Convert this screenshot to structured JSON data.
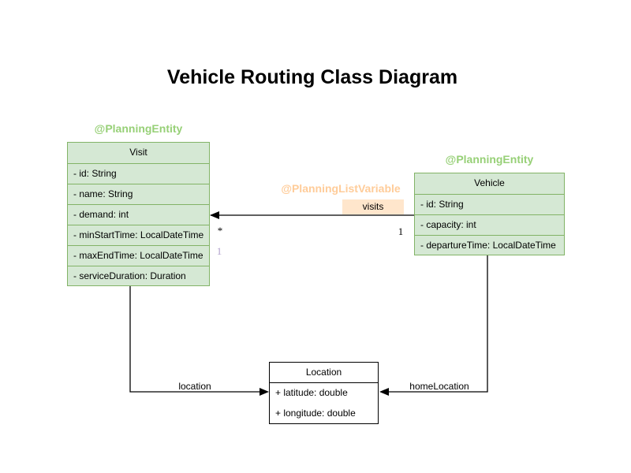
{
  "title": "Vehicle Routing Class Diagram",
  "classes": {
    "visit": {
      "annotation": "@PlanningEntity",
      "name": "Visit",
      "attributes": [
        "- id: String",
        "- name: String",
        "- demand: int",
        "- minStartTime: LocalDateTime",
        "- maxEndTime: LocalDateTime",
        "- serviceDuration: Duration"
      ]
    },
    "vehicle": {
      "annotation": "@PlanningEntity",
      "name": "Vehicle",
      "attributes": [
        "- id: String",
        "- capacity: int",
        "- departureTime: LocalDateTime"
      ]
    },
    "location": {
      "name": "Location",
      "attributes": [
        "+ latitude: double",
        "+ longitude: double"
      ]
    }
  },
  "relationships": {
    "visits": {
      "annotation": "@PlanningListVariable",
      "label": "visits",
      "multiplicity_target": "*",
      "multiplicity_source": "1",
      "secondary_multiplicity": "1"
    },
    "location": {
      "label": "location"
    },
    "home_location": {
      "label": "homeLocation"
    }
  },
  "colors": {
    "entity_fill": "#d5e8d4",
    "entity_border": "#82b366",
    "entity_annotation_text": "#97d077",
    "list_variable_annotation_text": "#ffcc99",
    "visits_badge_fill": "#ffe6cc",
    "secondary_multiplicity_text": "#b1a0cc",
    "edge_line": "#000000"
  }
}
